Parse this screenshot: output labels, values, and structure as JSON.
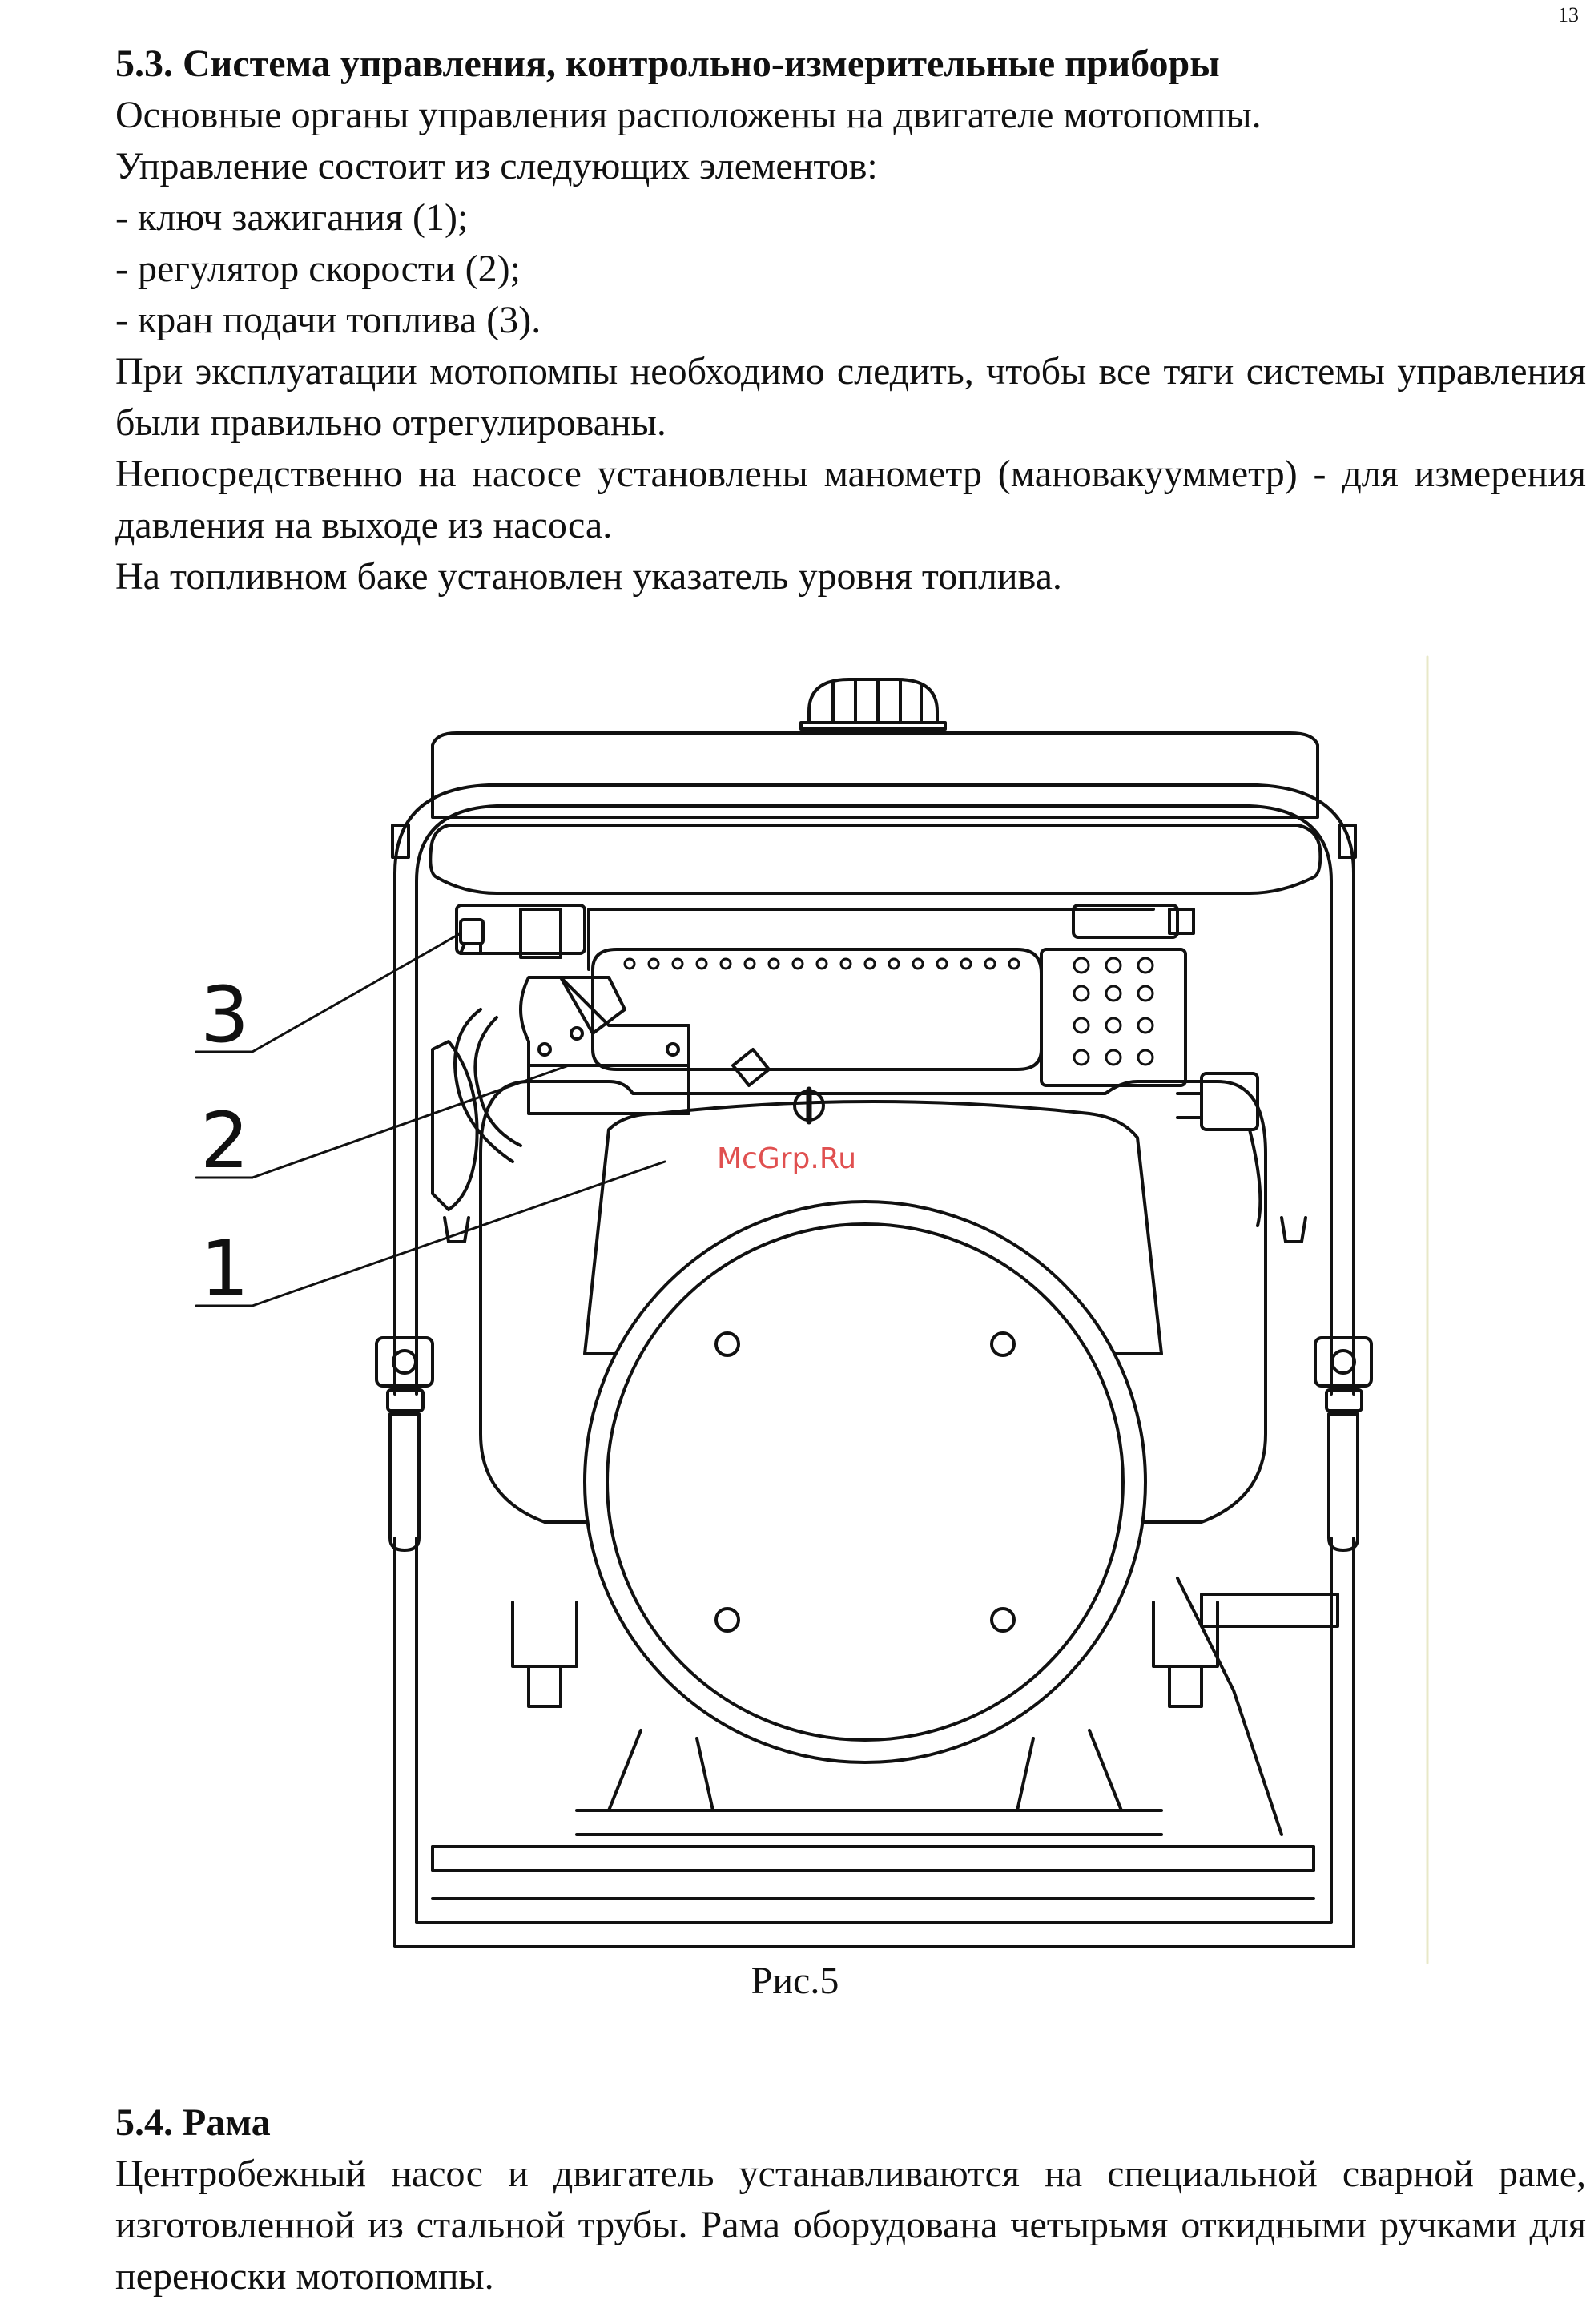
{
  "page_number": "13",
  "section_5_3": {
    "heading": "5.3. Система управления, контрольно-измерительные приборы",
    "p1": "Основные органы управления расположены на двигателе мотопомпы.",
    "p2": "Управление состоит из следующих элементов:",
    "items": [
      "- ключ зажигания (1);",
      "- регулятор скорости (2);",
      "- кран подачи топлива (3)."
    ],
    "p3": "При эксплуатации мотопомпы необходимо следить, чтобы все тяги системы управления были правильно отрегулированы.",
    "p4": "Непосредственно на насосе установлены манометр (мановакуумметр) - для измерения давления на выходе из насоса.",
    "p5": "На топливном баке установлен указатель уровня топлива."
  },
  "figure": {
    "callouts": [
      "3",
      "2",
      "1"
    ],
    "watermark": "McGrp.Ru",
    "caption": "Рис.5"
  },
  "section_5_4": {
    "heading": "5.4. Рама",
    "p1": "Центробежный насос и двигатель устанавливаются на специальной сварной раме, изготовленной из стальной трубы. Рама оборудована четырьмя откидными ручками для переноски мотопомпы."
  }
}
